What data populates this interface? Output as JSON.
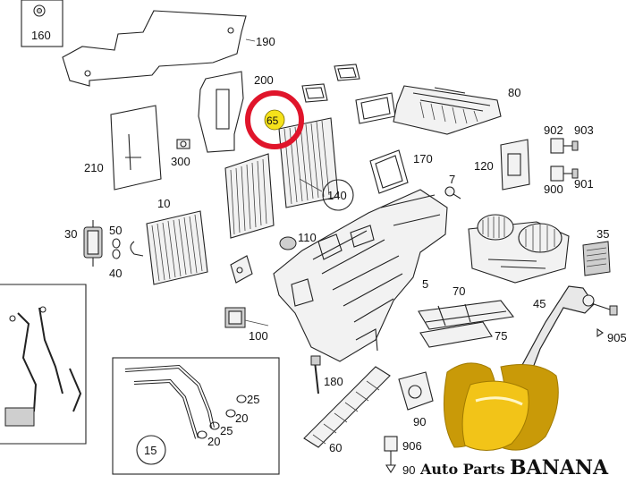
{
  "callouts": {
    "c160": "160",
    "c190": "190",
    "c200": "200",
    "c65": "65",
    "c80": "80",
    "c902": "902",
    "c903": "903",
    "c210": "210",
    "c300": "300",
    "c170": "170",
    "c120": "120",
    "c7": "7",
    "c900": "900",
    "c901": "901",
    "c140": "140",
    "c10": "10",
    "c30": "30",
    "c50": "50",
    "c40": "40",
    "c110": "110",
    "c35": "35",
    "c5": "5",
    "c70": "70",
    "c45": "45",
    "c100": "100",
    "c75": "75",
    "c905": "905",
    "c180": "180",
    "c25a": "25",
    "c25b": "25",
    "c20a": "20",
    "c20b": "20",
    "c90": "90",
    "c15": "15",
    "c60": "60",
    "c906": "906",
    "c9x": "90"
  },
  "highlight": {
    "color": "#e0152b",
    "marker_fill": "#f5e21b"
  },
  "watermark": {
    "brand": "Auto Parts ",
    "brand_bold": "BANANA"
  },
  "colors": {
    "banana": "#f2c418",
    "banana_dark": "#c99a08",
    "arm": "#e8e8e8"
  }
}
